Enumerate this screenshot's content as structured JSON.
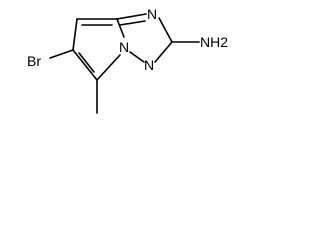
{
  "molecule": {
    "atoms": {
      "br": "Br",
      "n_top": "N",
      "n_bridge": "N",
      "n_bottom": "N",
      "amine": "NH2"
    }
  }
}
